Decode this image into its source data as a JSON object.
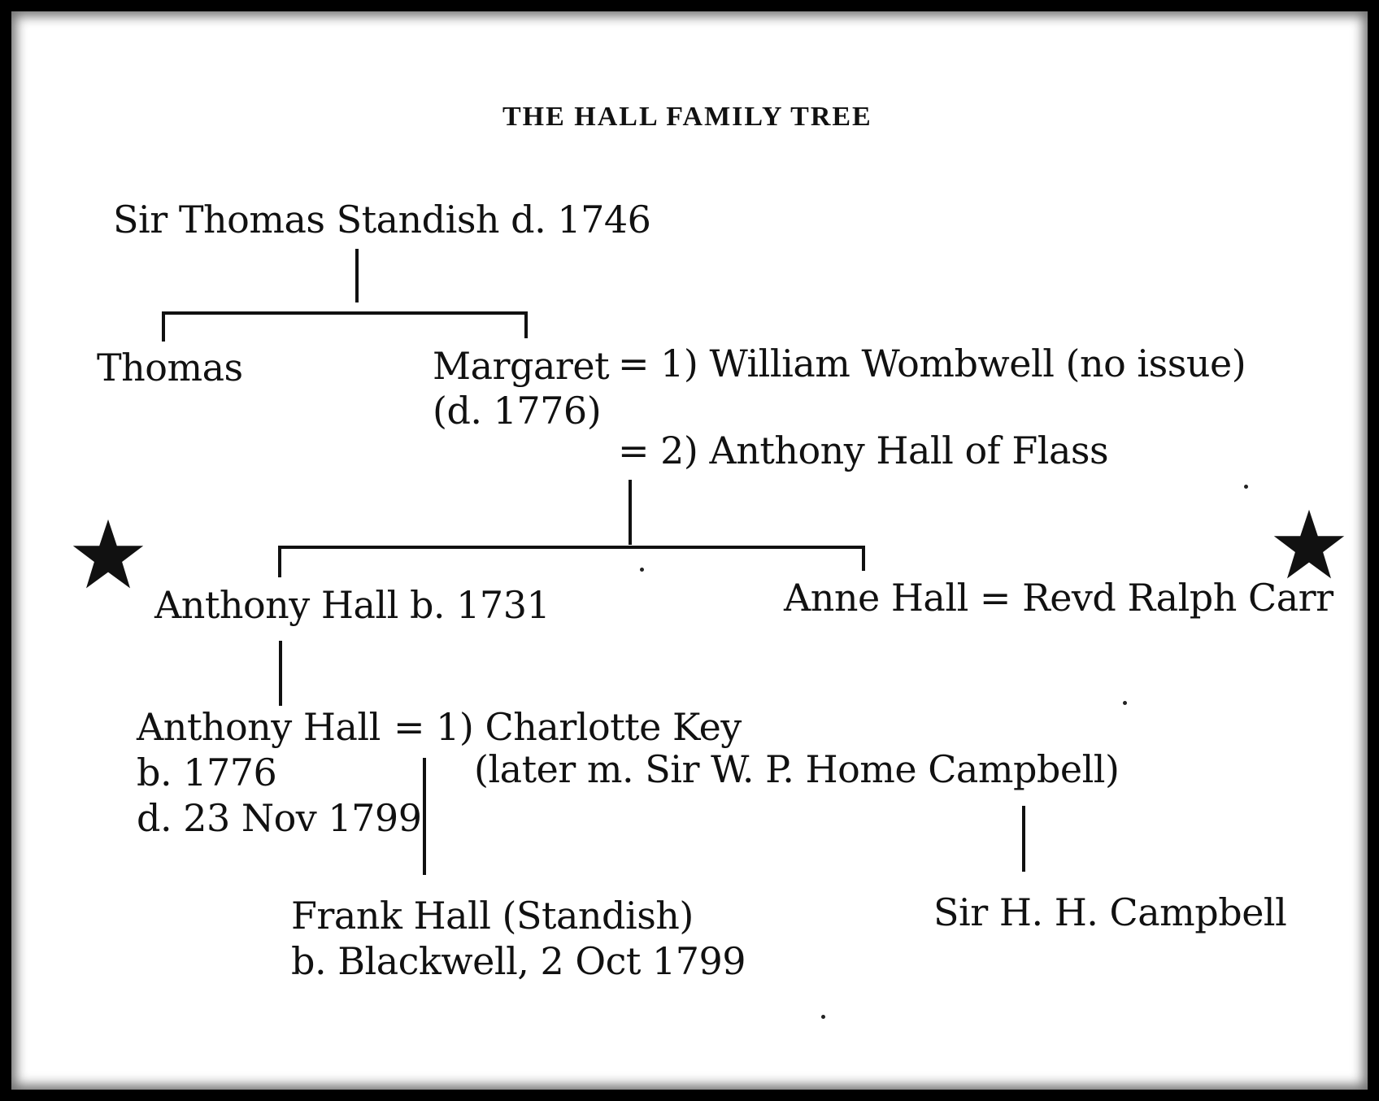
{
  "title": "THE HALL FAMILY TREE",
  "people": {
    "sir_thomas": "Sir Thomas Standish d. 1746",
    "thomas": "Thomas",
    "margaret_name": "Margaret",
    "margaret_dates": "(d. 1776)",
    "margaret_spouse_1": "= 1) William Wombwell (no issue)",
    "margaret_spouse_2": "= 2) Anthony Hall of Flass",
    "anthony_1731": "Anthony Hall b. 1731",
    "anne": "Anne Hall = Revd Ralph Carr",
    "anthony_1776_name": "Anthony Hall",
    "anthony_1776_birth": "b. 1776",
    "anthony_1776_death": "d. 23 Nov 1799",
    "charlotte_spouse": "= 1) Charlotte Key",
    "charlotte_note": "(later m. Sir W. P. Home Campbell)",
    "frank_name": "Frank Hall (Standish)",
    "frank_birth": "b. Blackwell, 2 Oct 1799",
    "campbell": "Sir H. H. Campbell"
  },
  "marks": {
    "left_star": "star-icon",
    "right_star": "star-icon"
  },
  "colors": {
    "ink": "#111111",
    "paper": "#ffffff",
    "frame": "#000000"
  }
}
